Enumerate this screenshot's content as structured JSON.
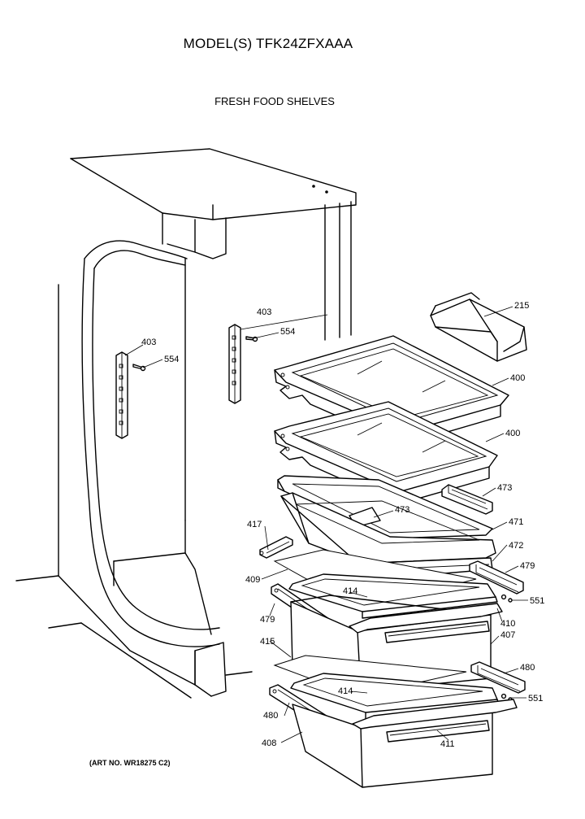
{
  "header": {
    "model": "MODEL(S) TFK24ZFXAAA",
    "section": "FRESH FOOD SHELVES"
  },
  "footer": {
    "art_no": "(ART NO. WR18275 C2)"
  },
  "callouts": {
    "c215": "215",
    "c400a": "400",
    "c400b": "400",
    "c403a": "403",
    "c554a": "554",
    "c403b": "403",
    "c554b": "554",
    "c473a": "473",
    "c473b": "473",
    "c471": "471",
    "c472": "472",
    "c417": "417",
    "c479a": "479",
    "c409": "409",
    "c414a": "414",
    "c551a": "551",
    "c479b": "479",
    "c410": "410",
    "c407": "407",
    "c415": "415",
    "c480a": "480",
    "c414b": "414",
    "c551b": "551",
    "c480b": "480",
    "c408": "408",
    "c411": "411"
  }
}
